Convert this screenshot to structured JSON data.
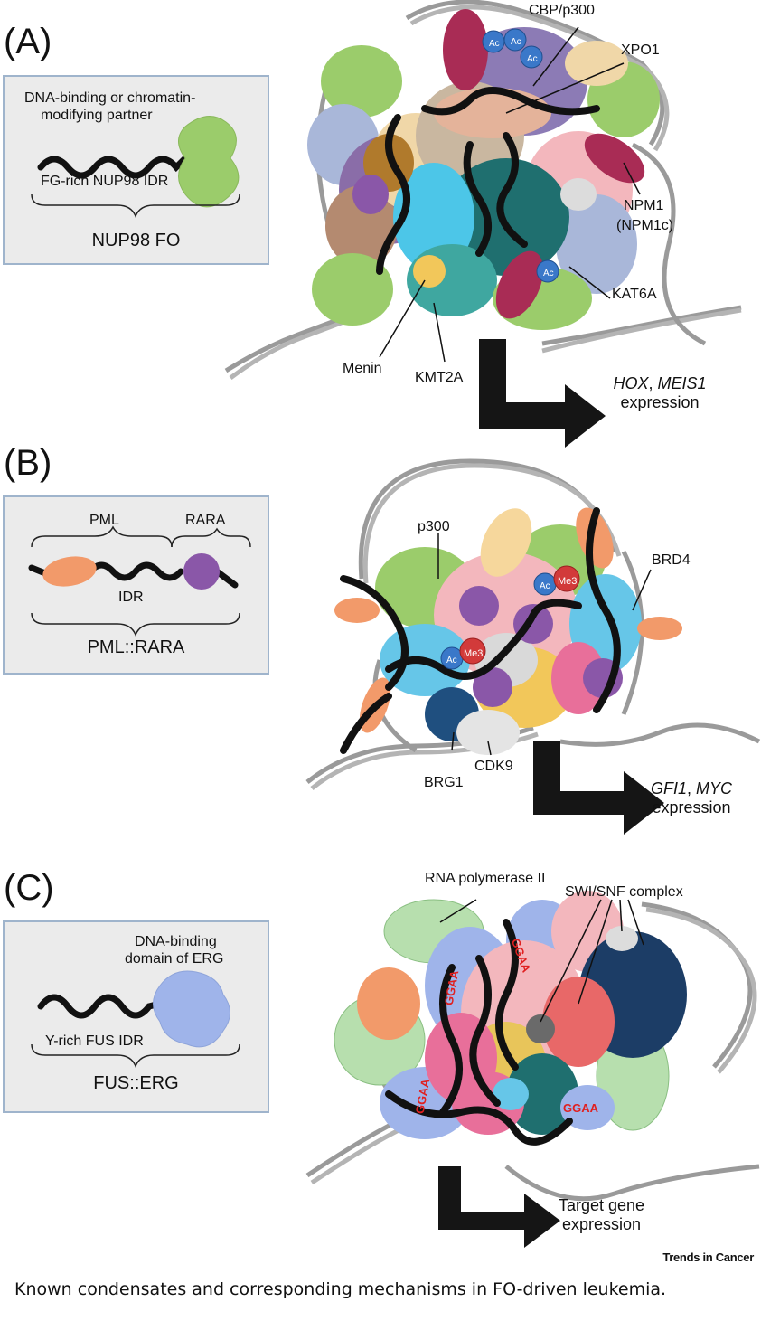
{
  "panels": [
    {
      "letter": "(A)",
      "box": {
        "partner_label": "DNA-binding or chromatin-\nmodifying partner",
        "partner_line1": "DNA-binding or chromatin-",
        "partner_line2": "modifying partner",
        "idr_label": "FG-rich NUP98 IDR",
        "fo_name": "NUP98 FO"
      },
      "labels": {
        "cbp": "CBP/p300",
        "xpo1": "XPO1",
        "npm1": "NPM1",
        "npm1c": "(NPM1c)",
        "kat6a": "KAT6A",
        "menin": "Menin",
        "kmt2a": "KMT2A"
      },
      "expression": {
        "gene1": "HOX",
        "sep": ", ",
        "gene2": "MEIS1",
        "word": "expression"
      }
    },
    {
      "letter": "(B)",
      "box": {
        "pml": "PML",
        "rara": "RARA",
        "idr": "IDR",
        "fo_name": "PML::RARA"
      },
      "labels": {
        "p300": "p300",
        "brd4": "BRD4",
        "brg1": "BRG1",
        "cdk9": "CDK9"
      },
      "expression": {
        "gene1": "GFI1",
        "sep": ", ",
        "gene2": "MYC",
        "word": "expression"
      }
    },
    {
      "letter": "(C)",
      "box": {
        "dbd_line1": "DNA-binding",
        "dbd_line2": "domain of ERG",
        "idr_label": "Y-rich FUS IDR",
        "fo_name": "FUS::ERG"
      },
      "labels": {
        "rnapol": "RNA polymerase II",
        "swisnf": "SWI/SNF complex",
        "ggaa": "GGAA"
      },
      "expression": {
        "line1": "Target gene",
        "line2": "expression"
      }
    }
  ],
  "marks": {
    "ac": "Ac",
    "me3": "Me3"
  },
  "branding": "Trends in Cancer",
  "caption": "Known condensates and corresponding mechanisms in FO-driven leukemia.",
  "colors": {
    "box_bg": "#ebebeb",
    "box_border": "#9fb4cc",
    "ac_blue": "#3a78c9",
    "me3_red": "#d23a3a",
    "ggaa_red": "#e02020",
    "fiber": "#111111"
  }
}
